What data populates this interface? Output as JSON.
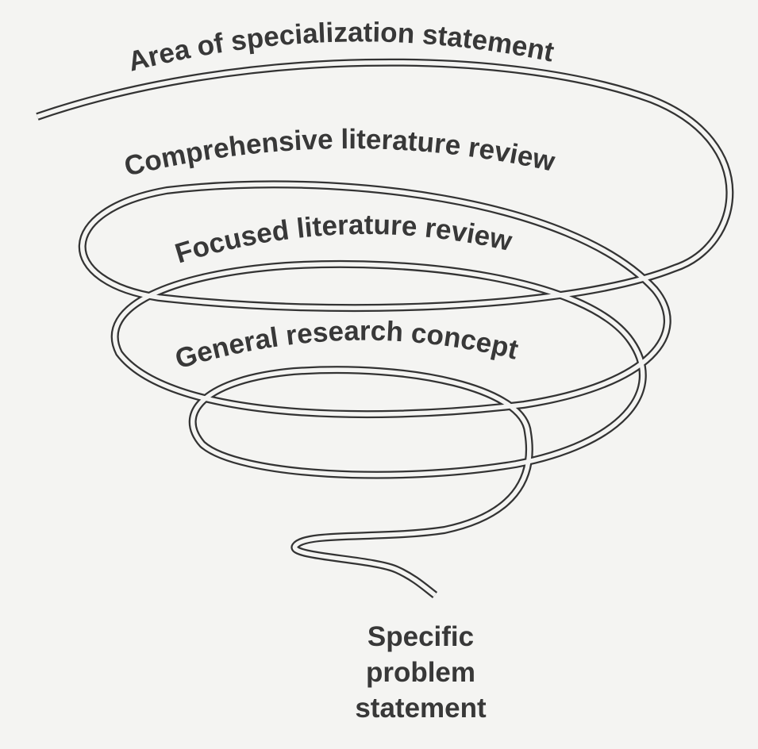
{
  "stages": [
    {
      "label": "Area of specialization statement"
    },
    {
      "label": "Comprehensive literature review"
    },
    {
      "label": "Focused literature review"
    },
    {
      "label": "General research concept"
    }
  ],
  "final_stage": {
    "lines": [
      "Specific",
      "problem",
      "statement"
    ]
  },
  "colors": {
    "ink": "#383838",
    "background": "#f4f4f2"
  }
}
